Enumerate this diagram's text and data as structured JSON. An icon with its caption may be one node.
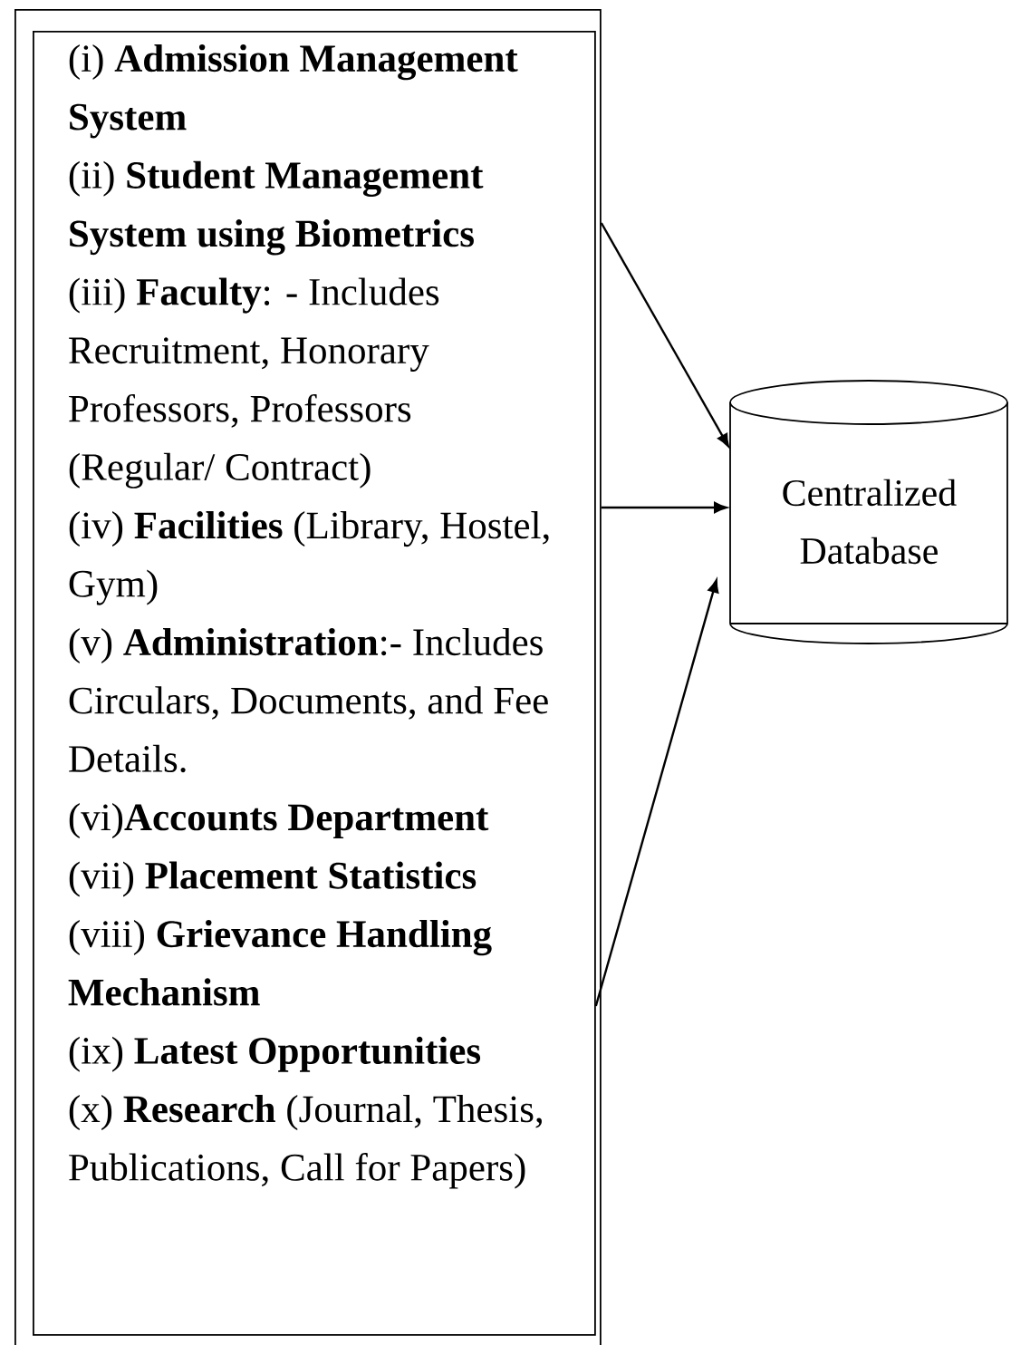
{
  "diagram": {
    "nodes": [
      {
        "text": [],
        "shape": "box"
      },
      {
        "text": [
          "(i) **Admission Management System**",
          "(ii) **Student Management System using Biometrics**",
          "(iii) **Faculty**: - Includes Recruitment, Honorary Professors, Professors (Regular/ Contract)",
          "(iv) **Facilities** (Library, Hostel, Gym)",
          "(v) **Administration**:- Includes Circulars, Documents, and Fee Details.",
          "(vi)**Accounts Department**",
          "(vii) **Placement Statistics**",
          "(viii) **Grievance Handling Mechanism**",
          "(ix) **Latest Opportunities**",
          "(x) **Research** (Journal, Thesis, Publications, Call for Papers)"
        ],
        "in": 0
      },
      {
        "text": [
          "Centralized Database"
        ]
      }
    ],
    "edges": [
      {
        "from": 0,
        "to": 2,
        "arrow": "to"
      },
      {
        "from": 0,
        "to": 2,
        "arrow": "to"
      },
      {
        "from": 1,
        "to": 2,
        "arrow": "to"
      }
    ]
  }
}
